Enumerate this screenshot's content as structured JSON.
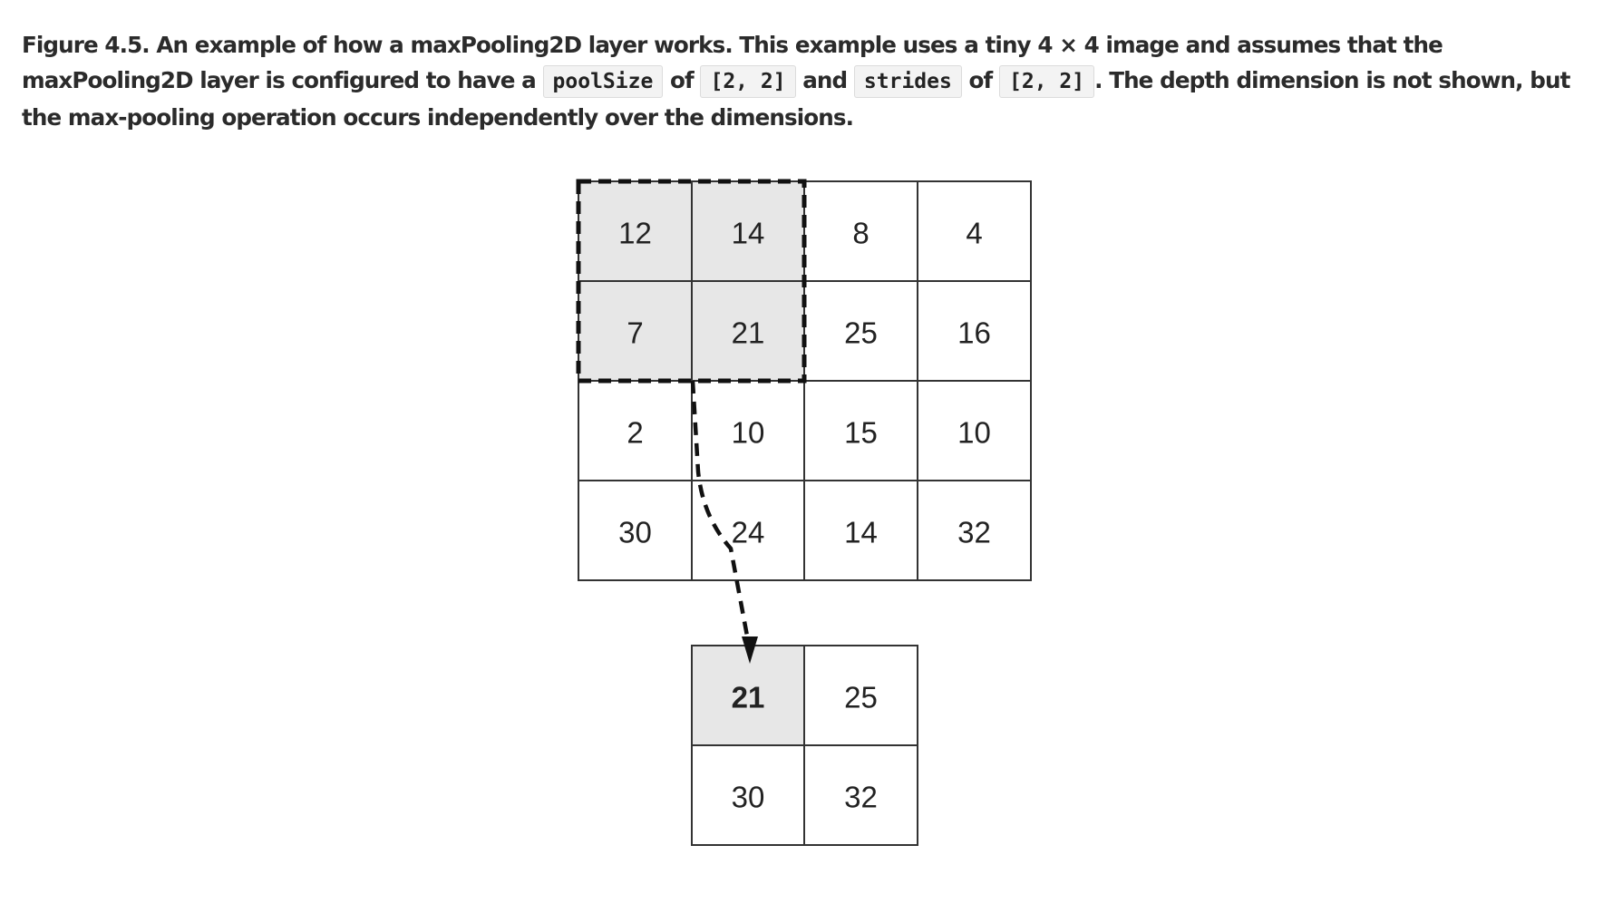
{
  "caption": {
    "p1": "Figure 4.5. An example of how a maxPooling2D layer works. This example uses a tiny 4 × 4 image and assumes that the maxPooling2D layer is configured to have a",
    "code1": "poolSize",
    "p2": "of",
    "code2": "[2, 2]",
    "p3": "and",
    "code3": "strides",
    "p4": "of",
    "code4": "[2, 2]",
    "p5": ". The depth dimension is not shown, but the max-pooling operation occurs independently over the dimensions."
  },
  "input_grid": [
    [
      12,
      14,
      8,
      4
    ],
    [
      7,
      21,
      25,
      16
    ],
    [
      2,
      10,
      15,
      10
    ],
    [
      30,
      24,
      14,
      32
    ]
  ],
  "output_grid": [
    [
      21,
      25
    ],
    [
      30,
      32
    ]
  ],
  "highlight": {
    "input_window_rows": [
      0,
      1
    ],
    "input_window_cols": [
      0,
      1
    ],
    "output_cell": [
      0,
      0
    ]
  },
  "colors": {
    "highlight_fill": "#e7e7e7",
    "grid_line": "#333333",
    "text": "#222222"
  }
}
